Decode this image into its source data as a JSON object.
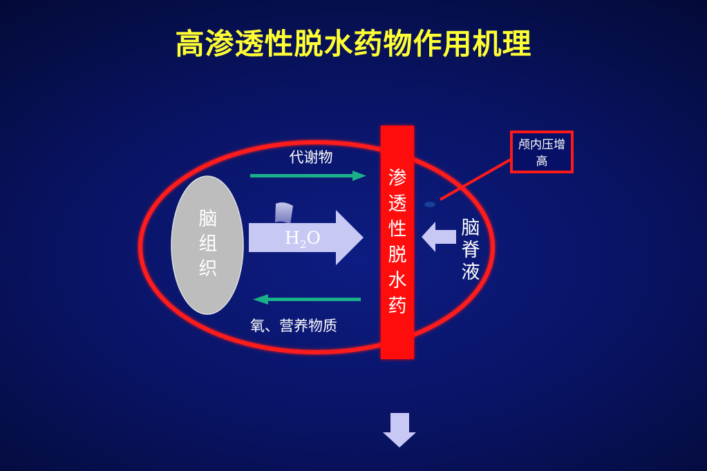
{
  "title": "高渗透性脱水药物作用机理",
  "labels": {
    "metabolites": "代谢物",
    "oxygen_nutrients": "氧、营养物质",
    "brain_tissue": "脑组织",
    "dehydrating_drug": "渗透性脱水药",
    "csf": "脑脊液",
    "intracranial_pressure": "颅内压增高",
    "water_main": "H",
    "water_sub": "2",
    "water_end": "O"
  },
  "colors": {
    "background": "#091466",
    "title": "#ffff33",
    "ellipse_outline": "#ff1a1a",
    "drug_bar": "#ff1010",
    "green_arrow": "#1ab08a",
    "lavender_arrow": "#c8c8f5",
    "brain_fill": "#bdbdbd"
  }
}
